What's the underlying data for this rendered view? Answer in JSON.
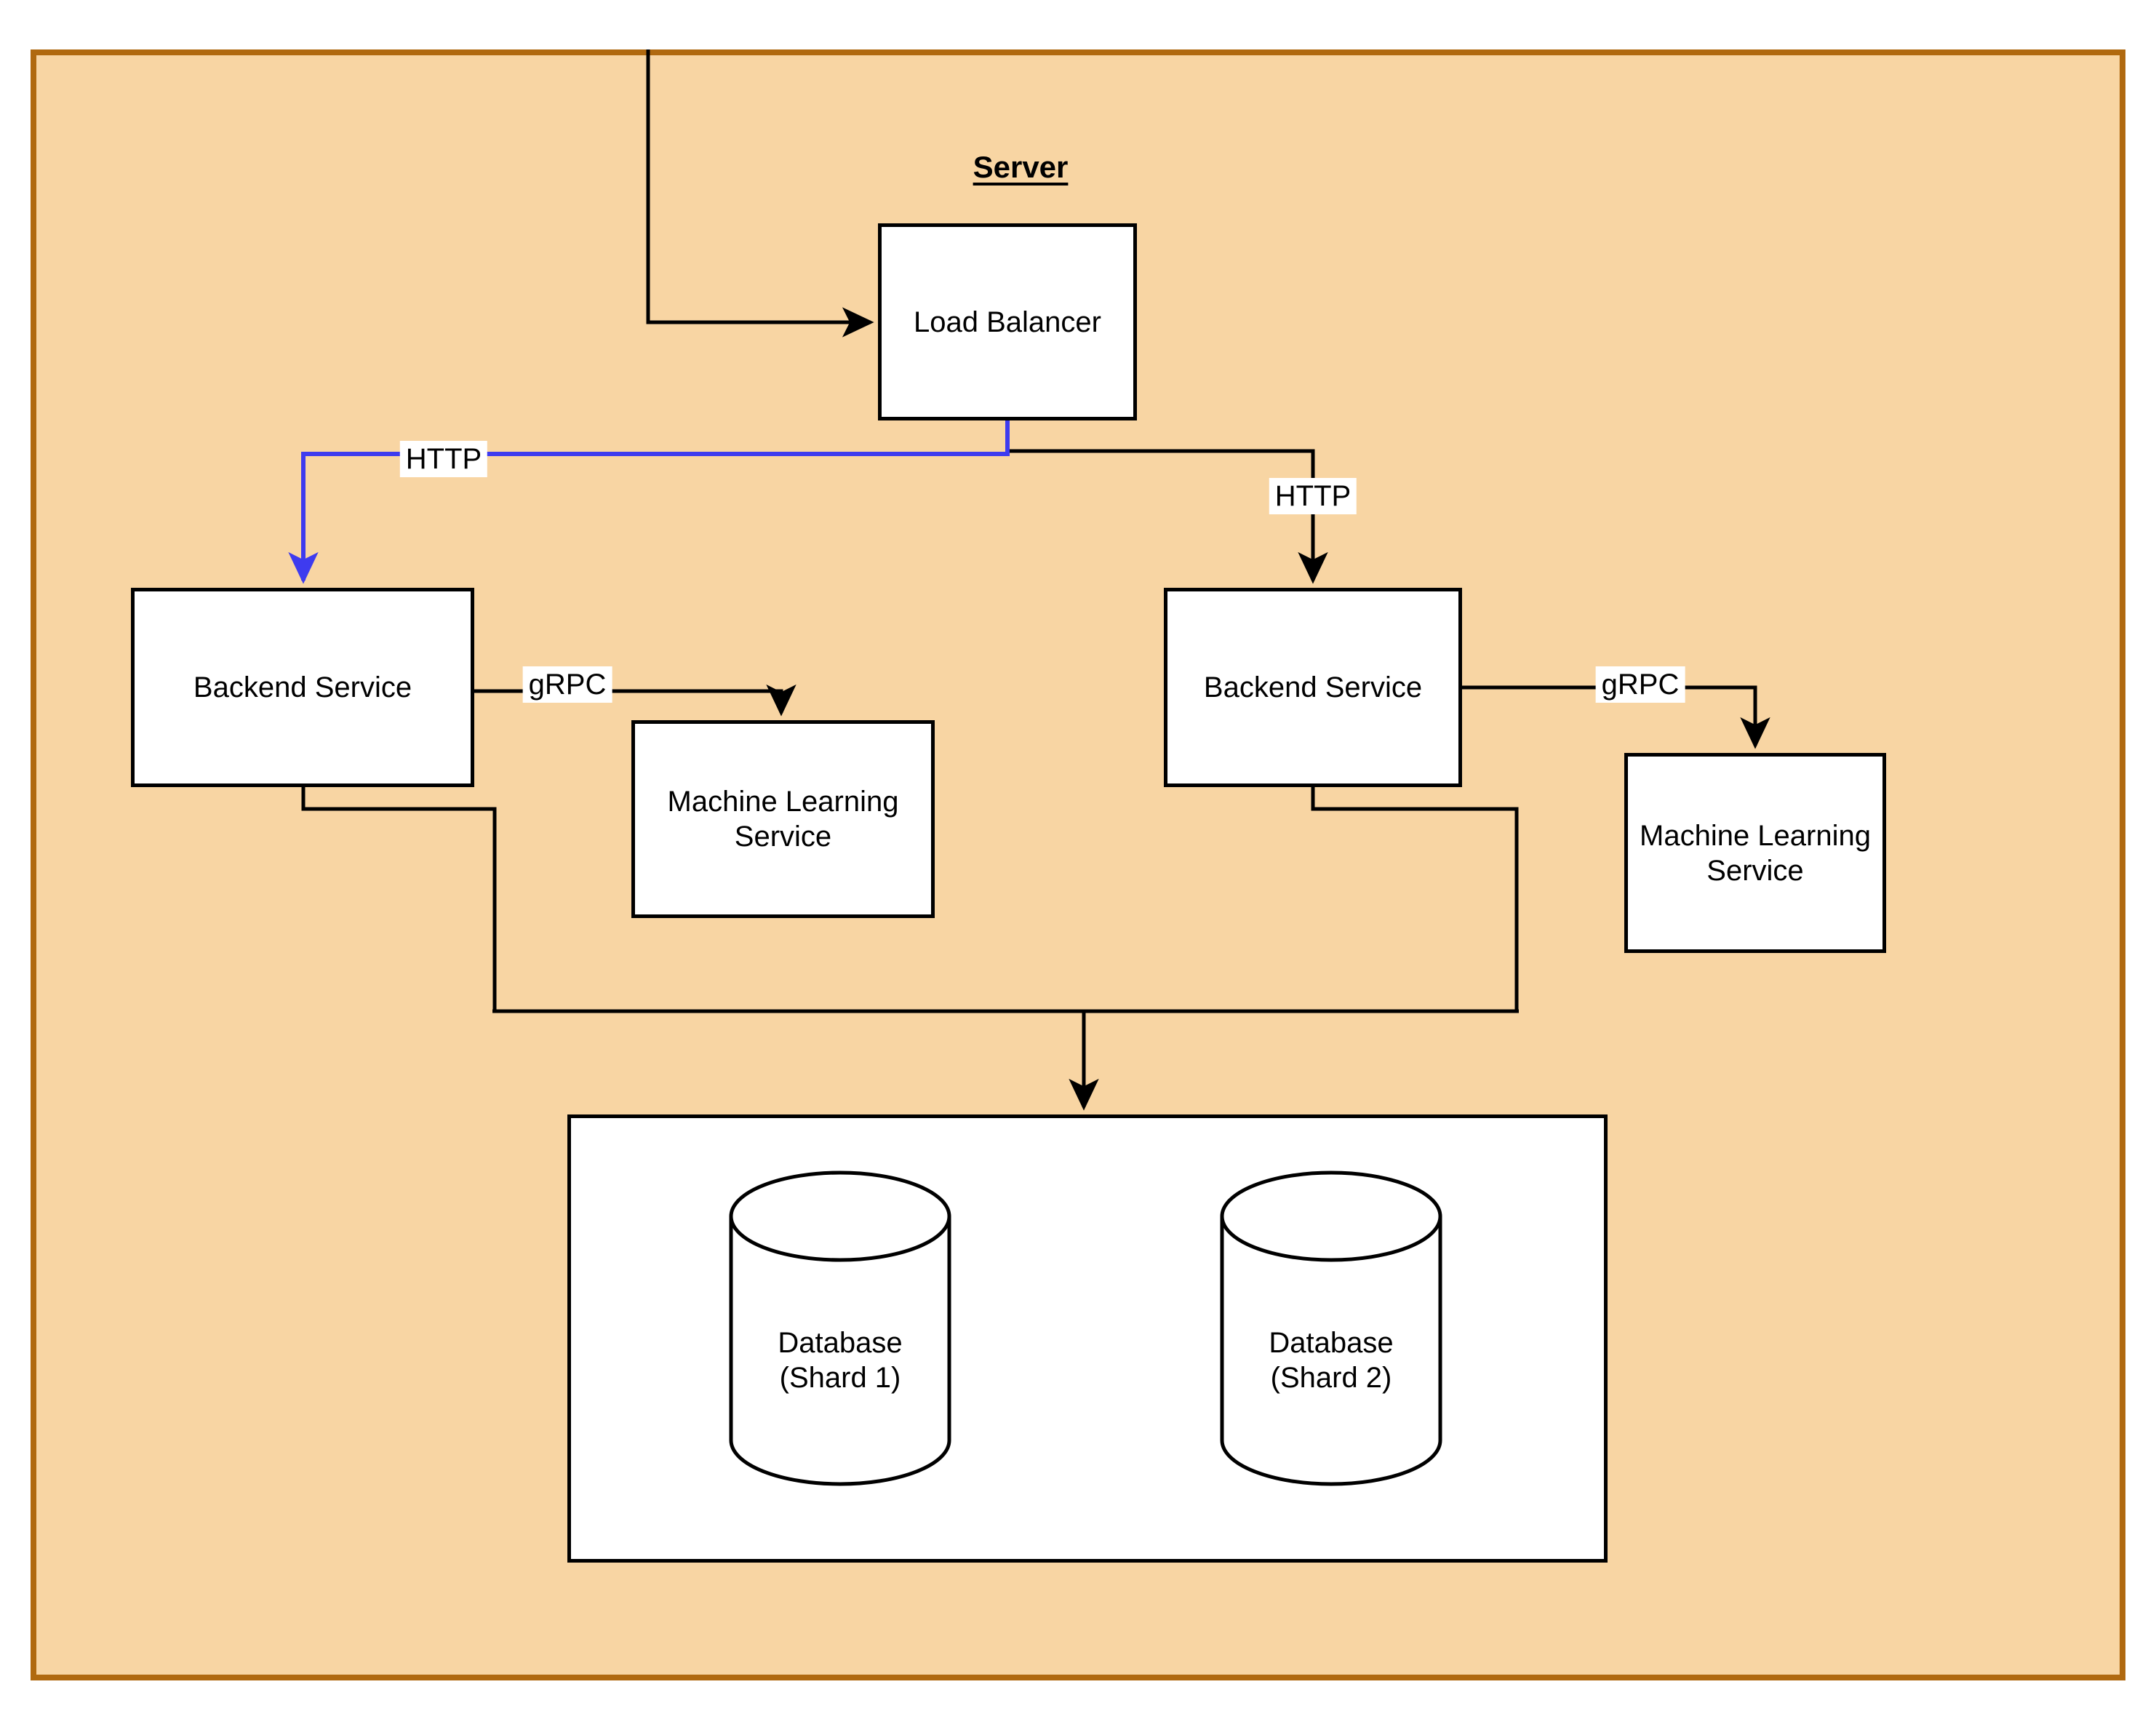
{
  "server_group": {
    "title": "Server"
  },
  "nodes": {
    "load_balancer": {
      "label": "Load Balancer"
    },
    "backend_service_left": {
      "label": "Backend Service"
    },
    "backend_service_right": {
      "label": "Backend Service"
    },
    "ml_service_left": {
      "label": "Machine Learning Service"
    },
    "ml_service_right": {
      "label": "Machine Learning Service"
    },
    "database_shard_1": {
      "label": "Database (Shard 1)"
    },
    "database_shard_2": {
      "label": "Database (Shard 2)"
    }
  },
  "edge_labels": {
    "http_left": "HTTP",
    "http_right": "HTTP",
    "grpc_left": "gRPC",
    "grpc_right": "gRPC"
  },
  "colors": {
    "group_fill": "#F8D5A3",
    "group_border": "#B0690F",
    "node_fill": "#FFFFFF",
    "node_border": "#000000",
    "edge_black": "#000000",
    "edge_blue": "#3E3BEF",
    "label_bg": "#FFFFFF",
    "text": "#000000",
    "page_bg": "#FFFFFF"
  }
}
